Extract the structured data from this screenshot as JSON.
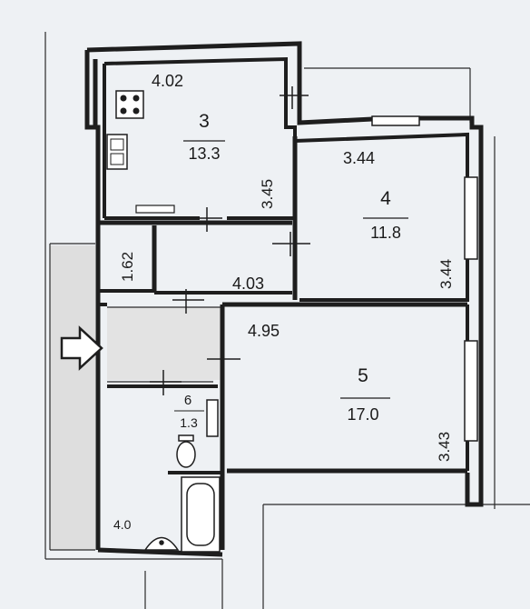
{
  "rooms": [
    {
      "number": "3",
      "area": "13.3",
      "width": "4.02",
      "depth": "3.45"
    },
    {
      "number": "4",
      "area": "11.8",
      "width": "3.44",
      "depth": "3.44"
    },
    {
      "number": "5",
      "area": "17.0",
      "width": "4.95",
      "depth": "3.43"
    },
    {
      "number": "6",
      "area": "1.3"
    },
    {
      "area": "4.0"
    }
  ],
  "corridor": {
    "width": "4.03",
    "depth": "1.62"
  },
  "entrance_icon": "arrow-right-outline-icon",
  "colors": {
    "background": "#eef1f4",
    "walls": "#1e1e1e",
    "shade": "#dcdcdc"
  }
}
